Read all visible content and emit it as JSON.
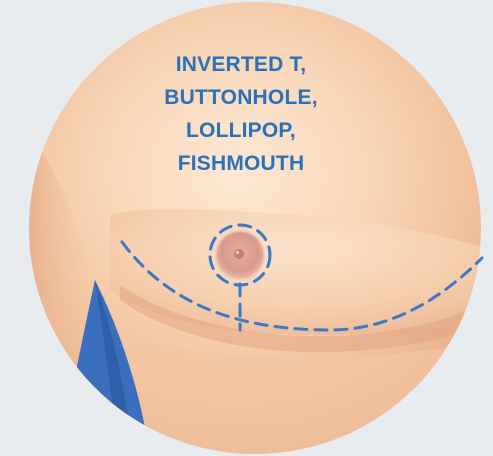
{
  "caption": {
    "lines": [
      "INVERTED T,",
      "BUTTONHOLE,",
      "LOLLIPOP,",
      "FISHMOUTH"
    ]
  },
  "colors": {
    "background": "#e8ecef",
    "skin_light": "#fbe3cc",
    "skin_mid": "#f3c4a0",
    "skin_shadow": "#e2a882",
    "areola": "#d99a8e",
    "nipple": "#c97d74",
    "incision_dash": "#3b79c6",
    "garment_blue": "#3a6fbe",
    "caption_text": "#2b71b8"
  },
  "icons": {
    "incision_pattern": "dashed-incision-lines"
  }
}
